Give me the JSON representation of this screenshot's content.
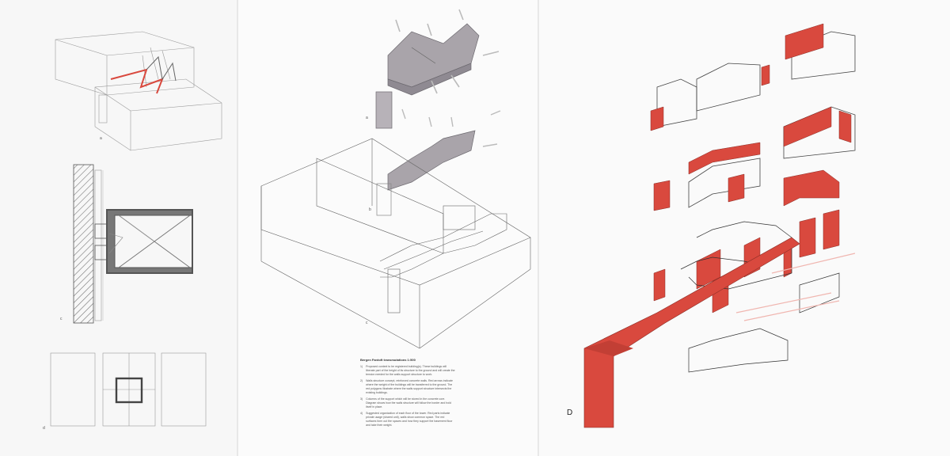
{
  "labels": {
    "panel_left_a": "a",
    "panel_left_b": "c",
    "panel_left_c": "d",
    "panel_center_a": "a",
    "panel_center_b": "b",
    "panel_center_c": "c",
    "panel_right": "D"
  },
  "legend": {
    "title": "Bergen Fantoft transmutations 1:500",
    "items": [
      {
        "num": "1)",
        "text": "Proposed context to be registered building(s). These buildings will liberate part of the height of its structure to the ground and will create the tension needed for the walls support structure to work."
      },
      {
        "num": "2)",
        "text": "Walls structure concept, reinforced concrete walls. Red arrows indicate where the weight of the buildings will be transferred to the ground. The red polygons illustrate where the walls support structure intersects the existing buildings."
      },
      {
        "num": "3)",
        "text": "Columns of the support which will be stored in the concrete core. Diagram shows how the walls structure will follow the border and hold itself in place."
      },
      {
        "num": "4)",
        "text": "Suggested organization of each floor of the tower. Red parts indicate private usage (shared unit), walls show common space. The red surfaces form out the spaces and how they support the basement floor and take their weight."
      }
    ]
  },
  "colors": {
    "accent_red": "#d9493e",
    "line": "#777777",
    "fill_gray": "#a9a4aa"
  }
}
